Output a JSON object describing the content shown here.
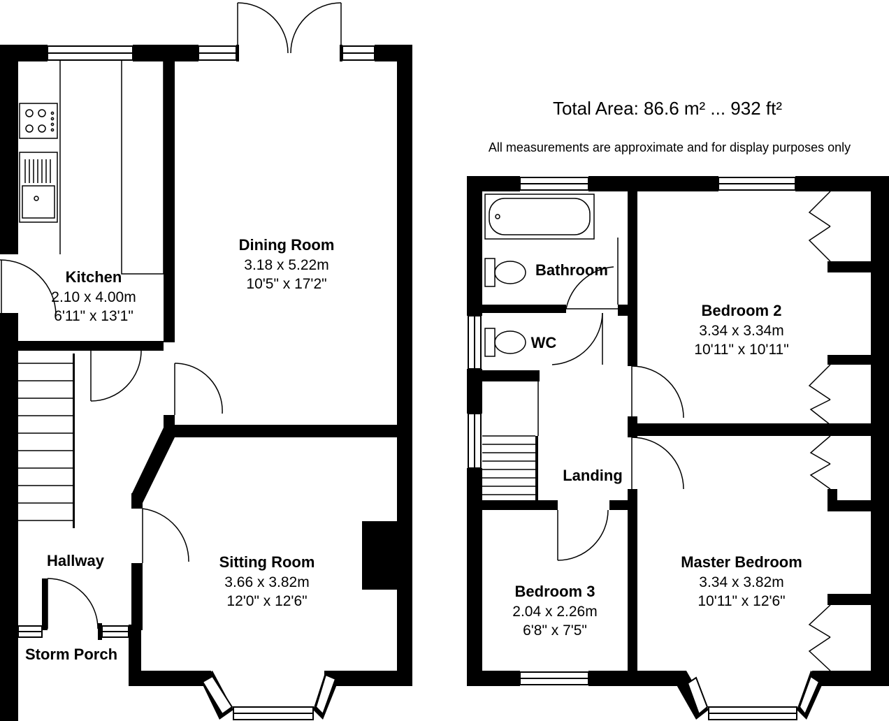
{
  "header": {
    "total_area": "Total Area: 86.6 m² ... 932 ft²",
    "disclaimer": "All measurements are approximate and for display purposes only"
  },
  "rooms": {
    "kitchen": {
      "name": "Kitchen",
      "metric": "2.10 x 4.00m",
      "imperial": "6'11\" x 13'1\""
    },
    "dining": {
      "name": "Dining Room",
      "metric": "3.18 x 5.22m",
      "imperial": "10'5\" x 17'2\""
    },
    "sitting": {
      "name": "Sitting Room",
      "metric": "3.66 x 3.82m",
      "imperial": "12'0\" x 12'6\""
    },
    "hallway": {
      "name": "Hallway"
    },
    "storm_porch": {
      "name": "Storm Porch"
    },
    "bathroom": {
      "name": "Bathroom"
    },
    "wc": {
      "name": "WC"
    },
    "landing": {
      "name": "Landing"
    },
    "bedroom2": {
      "name": "Bedroom 2",
      "metric": "3.34 x 3.34m",
      "imperial": "10'11\" x 10'11\""
    },
    "bedroom3": {
      "name": "Bedroom 3",
      "metric": "2.04 x 2.26m",
      "imperial": "6'8\" x 7'5\""
    },
    "master": {
      "name": "Master Bedroom",
      "metric": "3.34 x 3.82m",
      "imperial": "10'11\" x 12'6\""
    }
  }
}
